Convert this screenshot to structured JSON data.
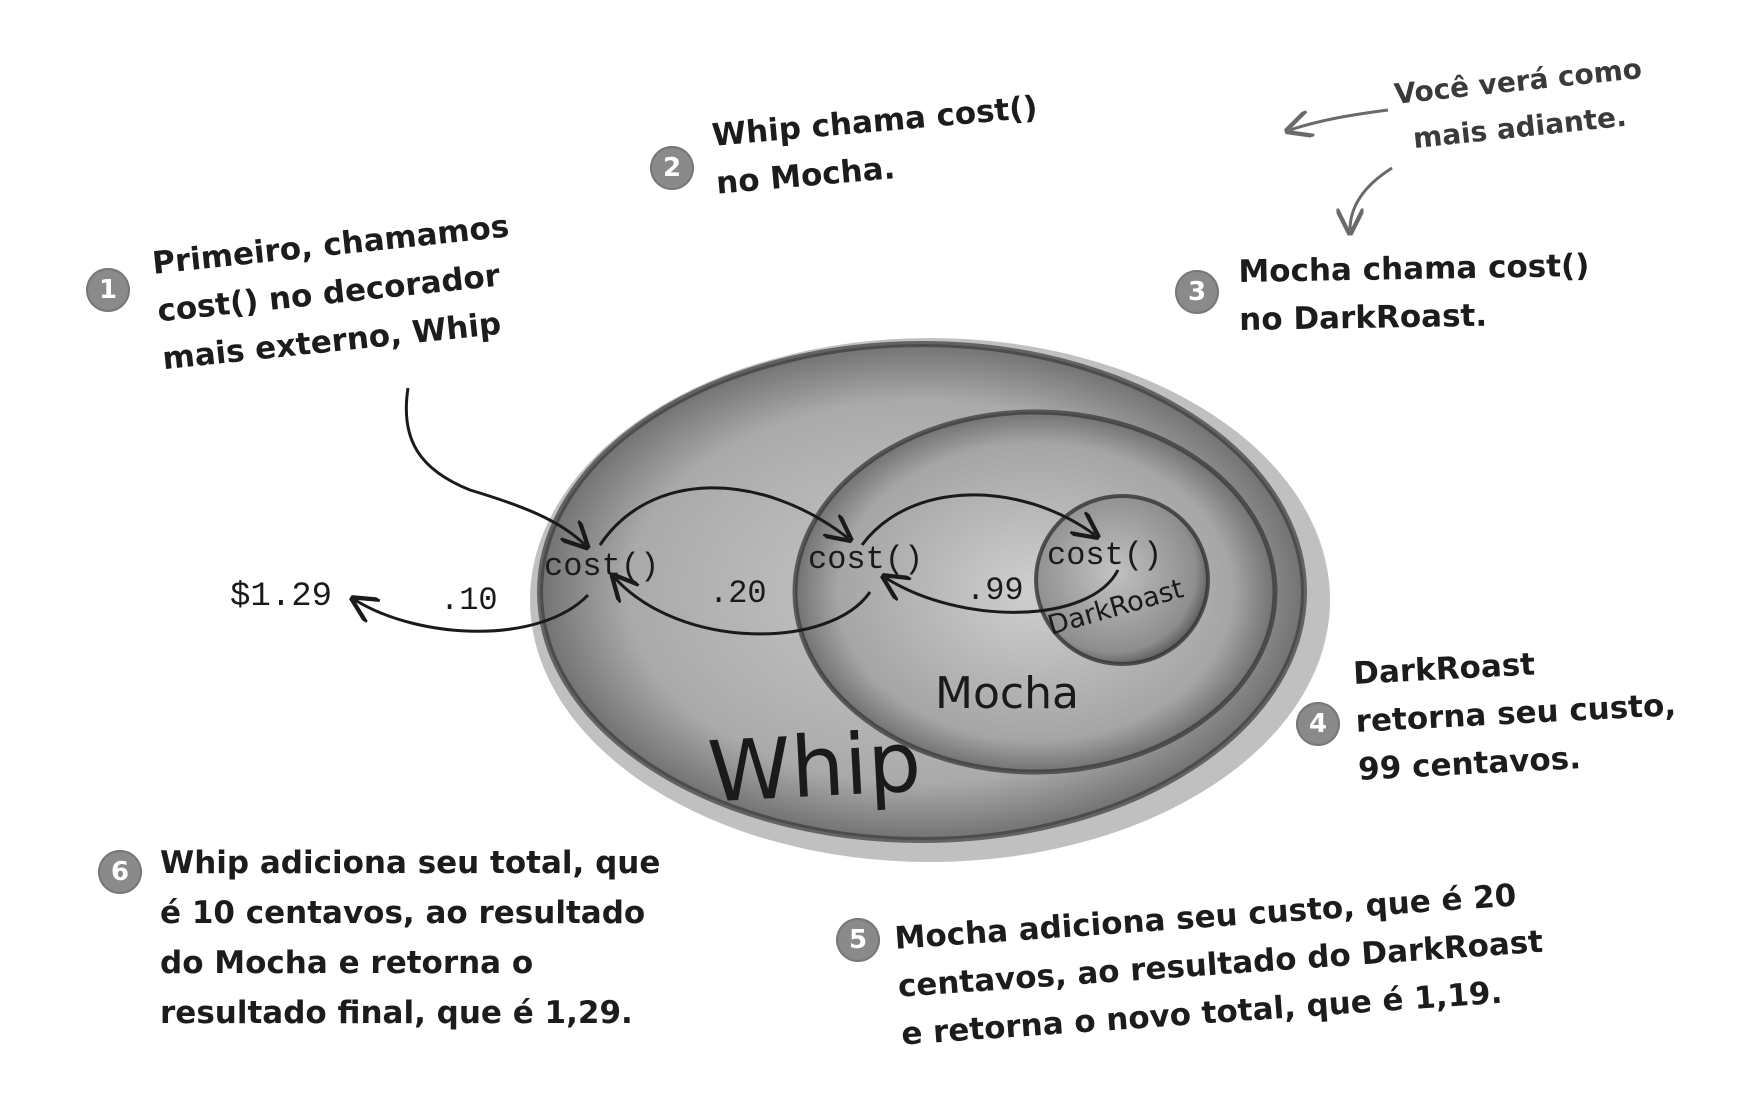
{
  "notes": {
    "n1": {
      "num": "1",
      "lines": [
        "Primeiro, chamamos",
        "cost() no decorador",
        "mais externo, Whip"
      ]
    },
    "n2": {
      "num": "2",
      "lines": [
        "Whip chama cost()",
        "no Mocha."
      ]
    },
    "n3": {
      "num": "3",
      "lines": [
        "Mocha chama cost()",
        "no DarkRoast."
      ]
    },
    "n4": {
      "num": "4",
      "lines": [
        "DarkRoast",
        "retorna seu custo,",
        "99 centavos."
      ]
    },
    "n5": {
      "num": "5",
      "lines": [
        "Mocha adiciona seu custo, que é 20",
        "centavos, ao resultado do DarkRoast",
        "e retorna o novo total, que é 1,19."
      ]
    },
    "n6": {
      "num": "6",
      "lines": [
        "Whip adiciona seu total, que",
        "é 10 centavos, ao resultado",
        "do Mocha e retorna o",
        "resultado final, que é 1,29."
      ]
    },
    "side": {
      "lines": [
        "Você verá como",
        "mais adiante."
      ]
    }
  },
  "ovals": {
    "whip": "Whip",
    "mocha": "Mocha",
    "darkroast": "DarkRoast"
  },
  "calls": {
    "whip": "cost()",
    "mocha": "cost()",
    "darkroast": "cost()"
  },
  "values": {
    "total": "$1.29",
    "whip_add": ".10",
    "mocha_add": ".20",
    "darkroast_cost": ".99"
  }
}
